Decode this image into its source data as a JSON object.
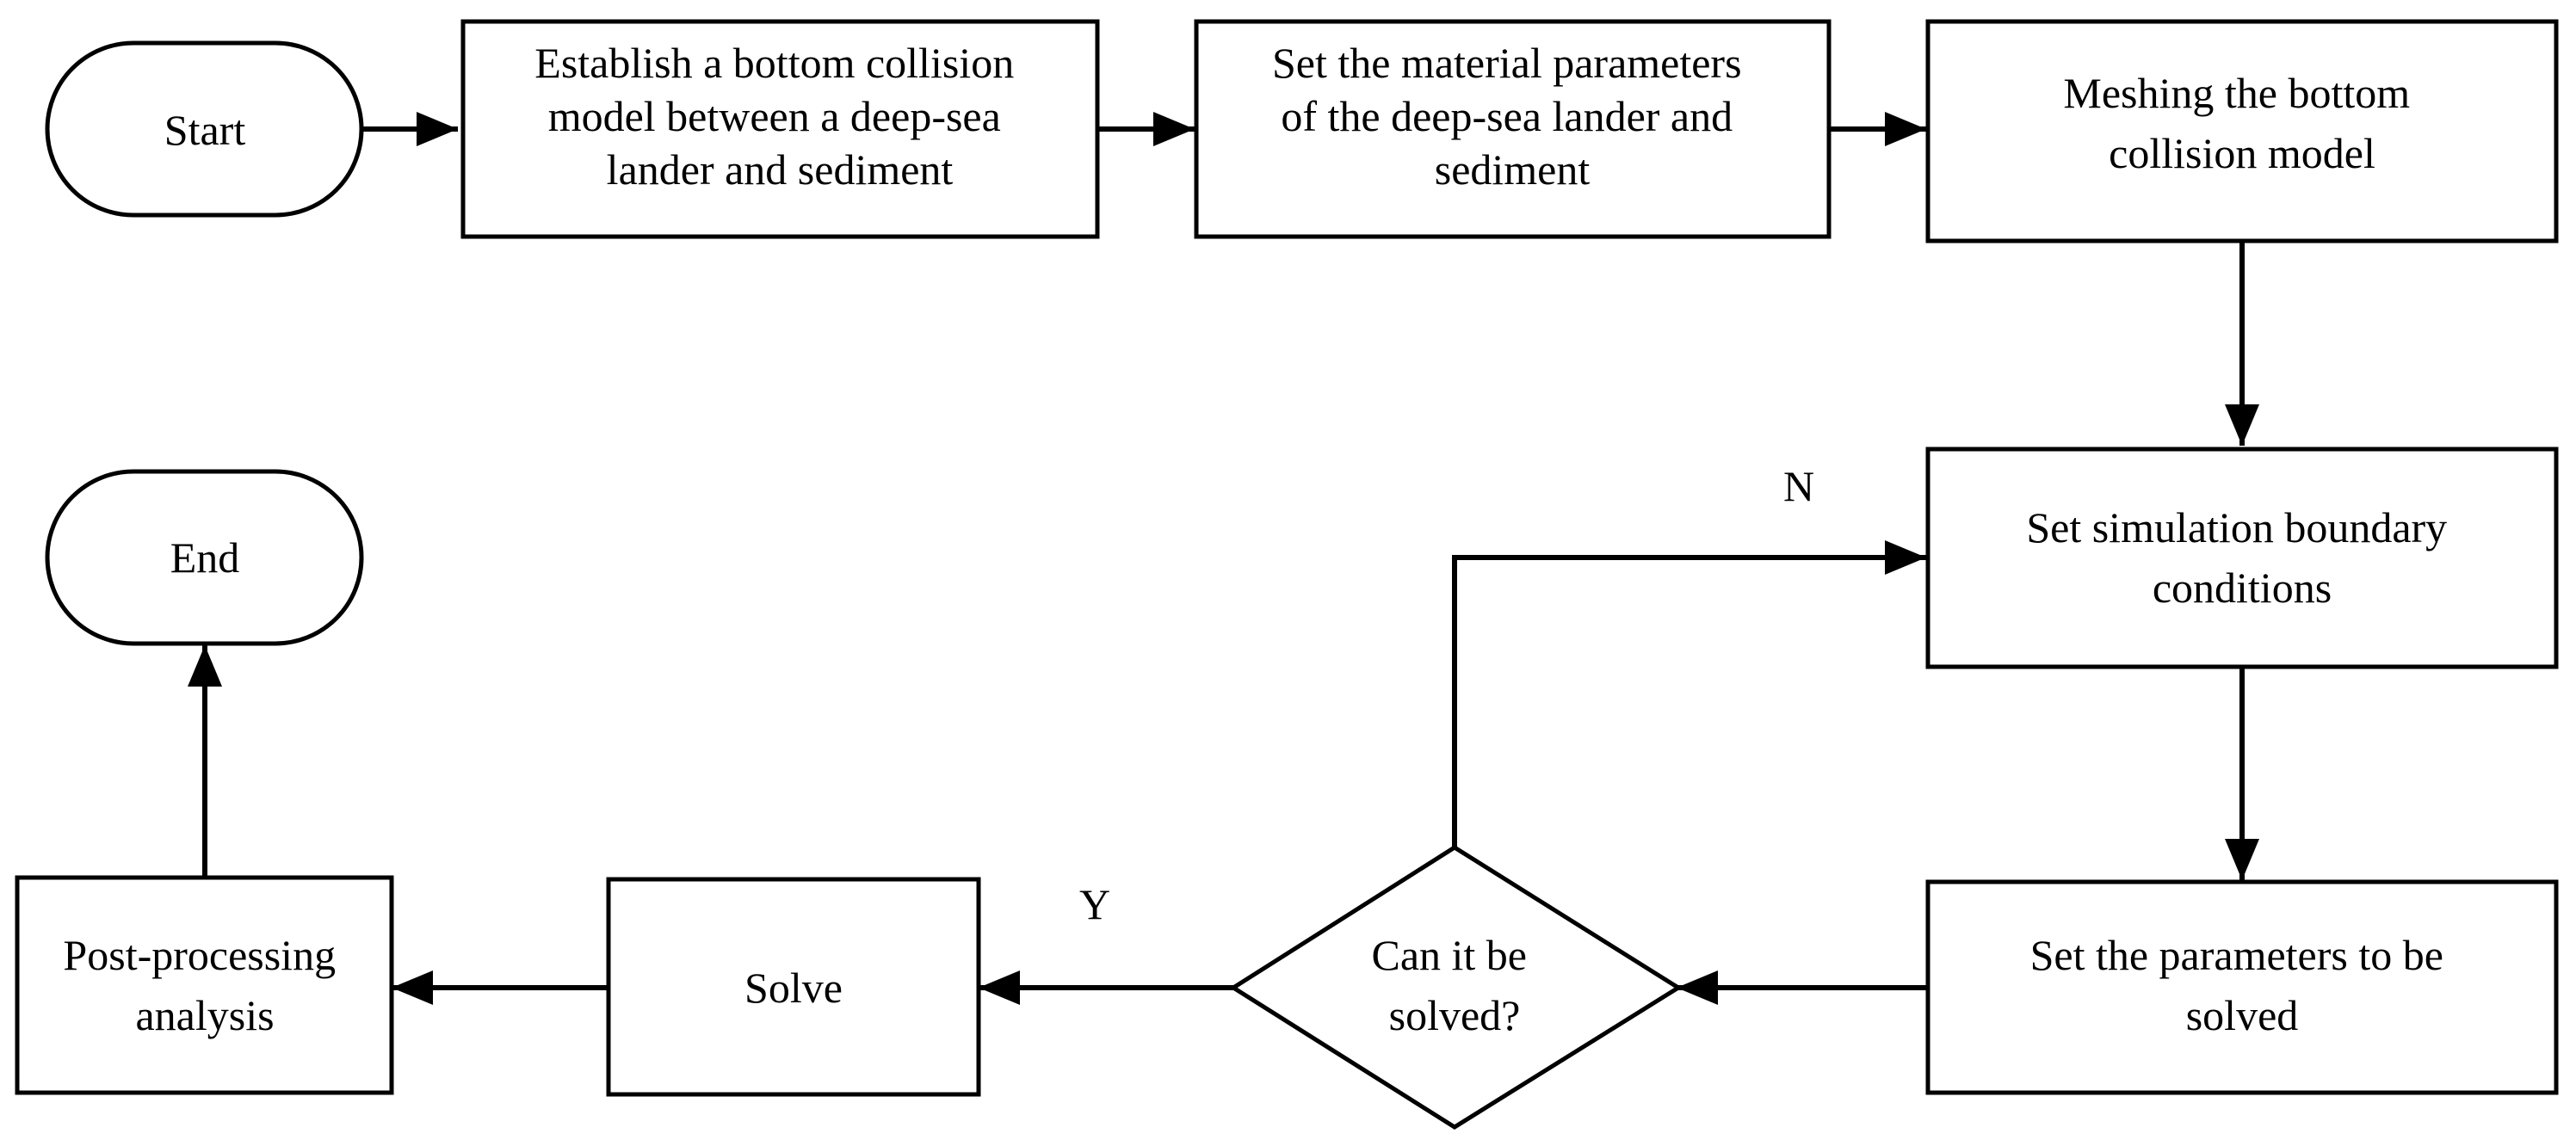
{
  "flowchart": {
    "nodes": {
      "start": {
        "lines": [
          "Start"
        ]
      },
      "establish": {
        "lines": [
          "Establish a bottom collision",
          "model between a deep-sea",
          "lander and sediment"
        ]
      },
      "material": {
        "lines": [
          "Set the material parameters",
          "of the deep-sea lander and",
          "sediment"
        ]
      },
      "meshing": {
        "lines": [
          "Meshing the bottom",
          "collision model"
        ]
      },
      "boundary": {
        "lines": [
          "Set simulation boundary",
          "conditions"
        ]
      },
      "params": {
        "lines": [
          "Set the parameters to be",
          "solved"
        ]
      },
      "decision": {
        "lines": [
          "Can it be",
          "solved?"
        ]
      },
      "solve": {
        "lines": [
          "Solve"
        ]
      },
      "post": {
        "lines": [
          "Post-processing",
          "analysis"
        ]
      },
      "end": {
        "lines": [
          "End"
        ]
      }
    },
    "edge_labels": {
      "no": "N",
      "yes": "Y"
    }
  }
}
